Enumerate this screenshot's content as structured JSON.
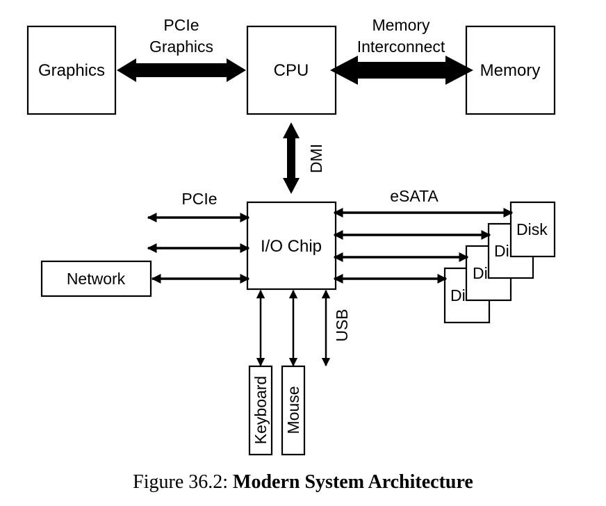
{
  "nodes": {
    "graphics": "Graphics",
    "cpu": "CPU",
    "memory": "Memory",
    "io_chip": "I/O Chip",
    "network": "Network",
    "keyboard": "Keyboard",
    "mouse": "Mouse",
    "disks": [
      "Di",
      "Di",
      "Di",
      "Disk"
    ]
  },
  "links": {
    "pcie_graphics": [
      "PCIe",
      "Graphics"
    ],
    "memory_interconnect": [
      "Memory",
      "Interconnect"
    ],
    "dmi": "DMI",
    "pcie": "PCIe",
    "esata": "eSATA",
    "usb": "USB"
  },
  "caption": {
    "prefix": "Figure 36.2:",
    "title": "Modern System Architecture"
  }
}
